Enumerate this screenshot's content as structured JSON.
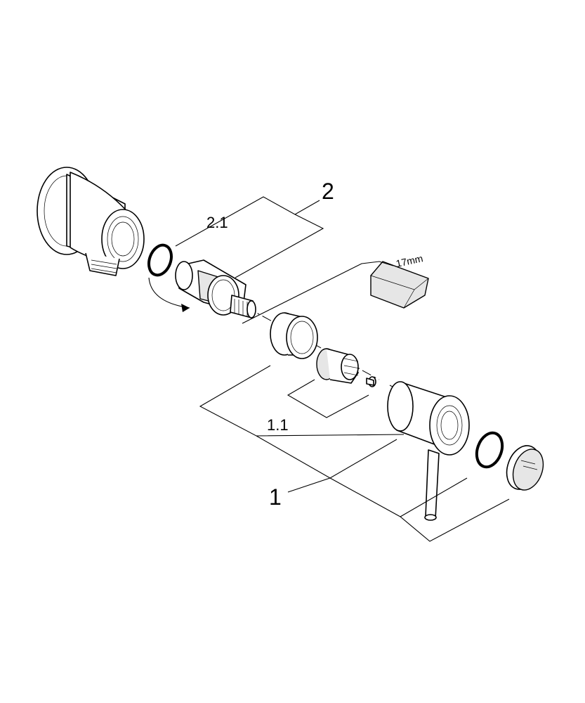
{
  "labels": {
    "part_2": "2",
    "part_2_1": "2.1",
    "part_1": "1",
    "part_1_1": "1.1",
    "wrench_size": "17mm"
  },
  "colors": {
    "line": "#000000",
    "background": "#ffffff",
    "shade": "#e6e6e6"
  }
}
